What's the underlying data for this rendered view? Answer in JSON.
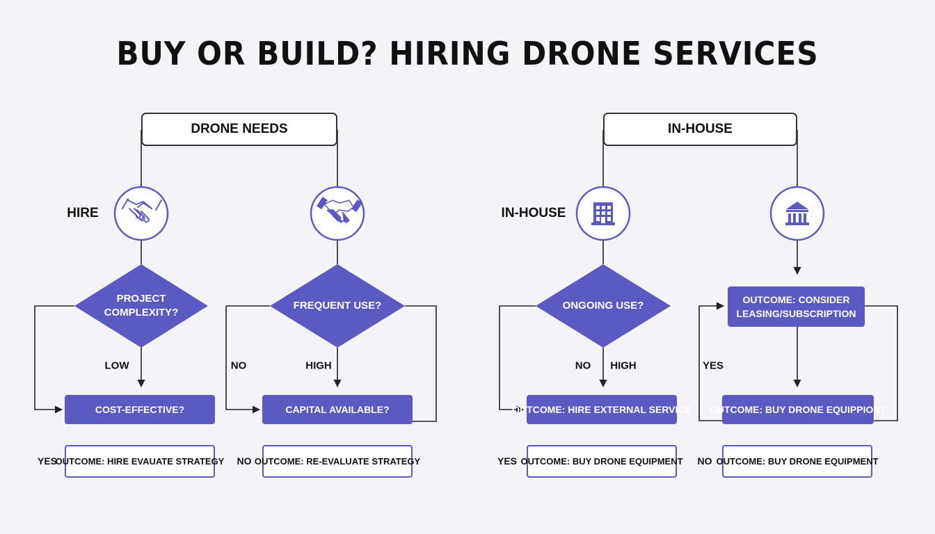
{
  "title": "BUY OR BUILD? HIRING DRONE SERVICES",
  "colors": {
    "accent": "#5a5ac2",
    "line": "#222222",
    "background": "#f4f4f8"
  },
  "left": {
    "header": "DRONE NEEDS",
    "side_label": "HIRE",
    "icons": [
      "handshake-icon",
      "handshake-icon"
    ],
    "decision_1": {
      "line1": "PROJECT",
      "line2": "COMPLEXITY?"
    },
    "decision_2": "FREQUENT USE?",
    "edge_low": "LOW",
    "edge_no": "NO",
    "edge_high": "HIGH",
    "box_cost": "COST-EFFECTIVE?",
    "box_capital": "CAPITAL AVAILABLE?",
    "yes_label": "YES",
    "no_label": "NO",
    "outcome_1": "OUTCOME: HIRE EVAUATE STRATEGY",
    "outcome_2": "OUTCOME: RE-EVALUATE STRATEGY"
  },
  "right": {
    "header": "IN-HOUSE",
    "side_label": "IN-HOUSE",
    "icons": [
      "building-icon",
      "bank-icon"
    ],
    "decision_1": "ONGOING USE?",
    "edge_no": "NO",
    "edge_high": "HIGH",
    "edge_yes": "YES",
    "box_leasing": {
      "line1": "OUTCOME: CONSIDER",
      "line2": "LEASING/SUBSCRIPTION"
    },
    "box_hire": "OUTCOME: HIRE EXTERNAL SERVICE",
    "box_buy": "OUTCOME: BUY DRONE EQUIPPIONT",
    "yes_label": "YES",
    "no_label": "NO",
    "outcome_1": "OUTCOME: BUY DRONE EQUIPMENT",
    "outcome_2": "OUTCOME: BUY DRONE EQUIPMENT"
  }
}
